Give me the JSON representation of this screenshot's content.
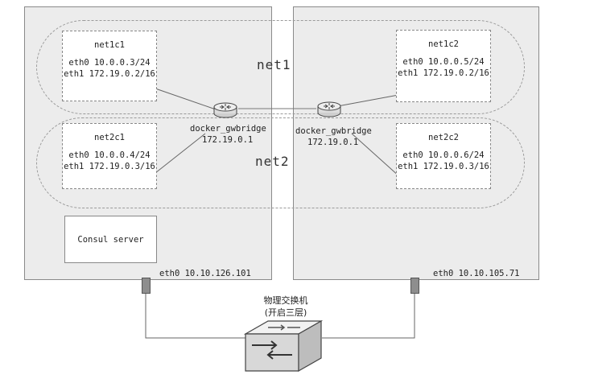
{
  "networks": {
    "net1": "net1",
    "net2": "net2"
  },
  "hosts": {
    "left": {
      "eth0": "eth0  10.10.126.101",
      "bridge_name": "docker_gwbridge",
      "bridge_ip": "172.19.0.1",
      "consul": "Consul server",
      "net1_container": {
        "name": "net1c1",
        "eth0": "eth0  10.0.0.3/24",
        "eth1": "eth1  172.19.0.2/16"
      },
      "net2_container": {
        "name": "net2c1",
        "eth0": "eth0  10.0.0.4/24",
        "eth1": "eth1  172.19.0.3/16"
      }
    },
    "right": {
      "eth0": "eth0  10.10.105.71",
      "bridge_name": "docker_gwbridge",
      "bridge_ip": "172.19.0.1",
      "net1_container": {
        "name": "net1c2",
        "eth0": "eth0  10.0.0.5/24",
        "eth1": "eth1  172.19.0.2/16"
      },
      "net2_container": {
        "name": "net2c2",
        "eth0": "eth0  10.0.0.6/24",
        "eth1": "eth1  172.19.0.3/16"
      }
    }
  },
  "physical_switch": {
    "line1": "物理交换机",
    "line2": "(开启三层)"
  },
  "icons": {
    "router": "router-icon",
    "switch": "l3-switch-icon"
  }
}
